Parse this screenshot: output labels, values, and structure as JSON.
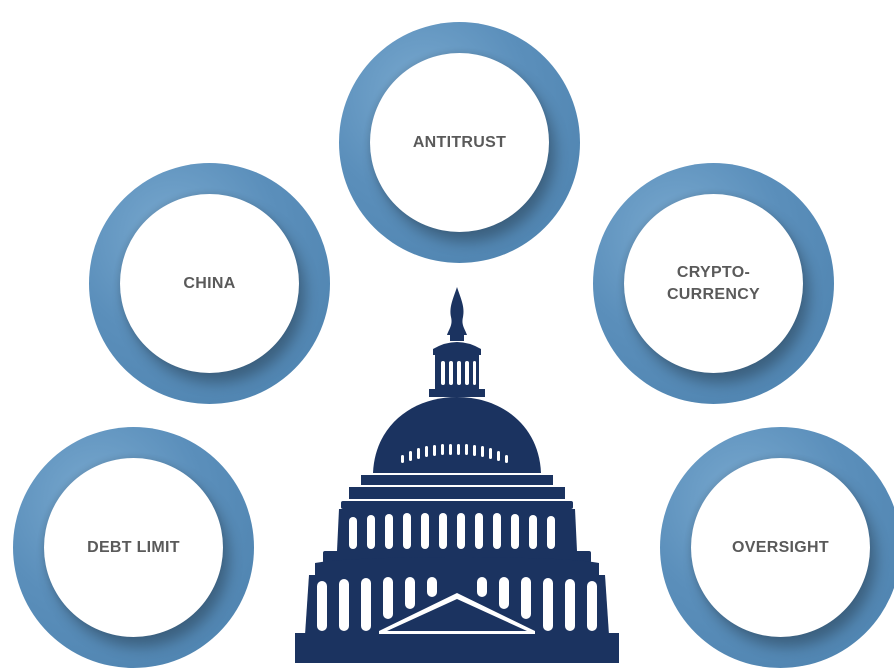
{
  "topics": {
    "antitrust": "ANTITRUST",
    "china": "CHINA",
    "crypto": "CRYPTO-\nCURRENCY",
    "debt_limit": "DEBT LIMIT",
    "oversight": "OVERSIGHT"
  },
  "colors": {
    "ring": "#5b8fbb",
    "ring_light": "#79a9cf",
    "capitol": "#1b3360",
    "label": "#5a5a5a",
    "background": "#ffffff"
  },
  "icons": {
    "center": "capitol-building-icon"
  }
}
